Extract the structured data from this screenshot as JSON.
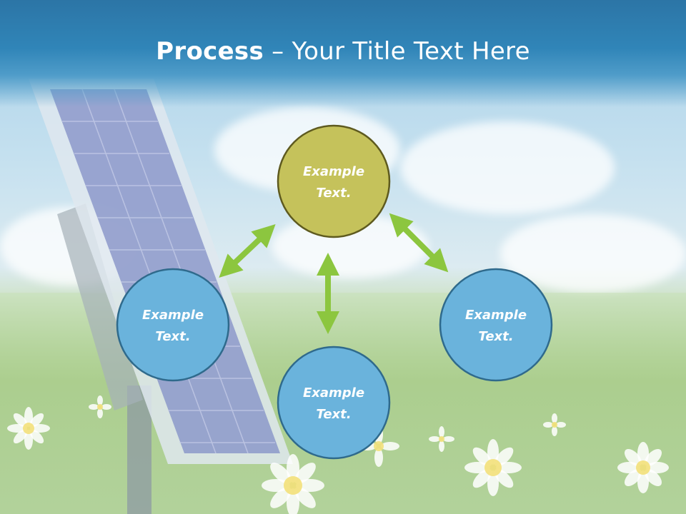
{
  "title": {
    "bold": "Process",
    "rest": " – Your Title Text Here"
  },
  "nodes": [
    {
      "id": "top",
      "label_line1": "Example",
      "label_line2": "Text.",
      "fill": "#c5c25b",
      "stroke": "#5e5a1f"
    },
    {
      "id": "left",
      "label_line1": "Example",
      "label_line2": "Text.",
      "fill": "#6ab3dc",
      "stroke": "#2f6a8c"
    },
    {
      "id": "bottom",
      "label_line1": "Example",
      "label_line2": "Text.",
      "fill": "#6ab3dc",
      "stroke": "#2f6a8c"
    },
    {
      "id": "right",
      "label_line1": "Example",
      "label_line2": "Text.",
      "fill": "#6ab3dc",
      "stroke": "#2f6a8c"
    }
  ],
  "arrow_color": "#8cc63f"
}
